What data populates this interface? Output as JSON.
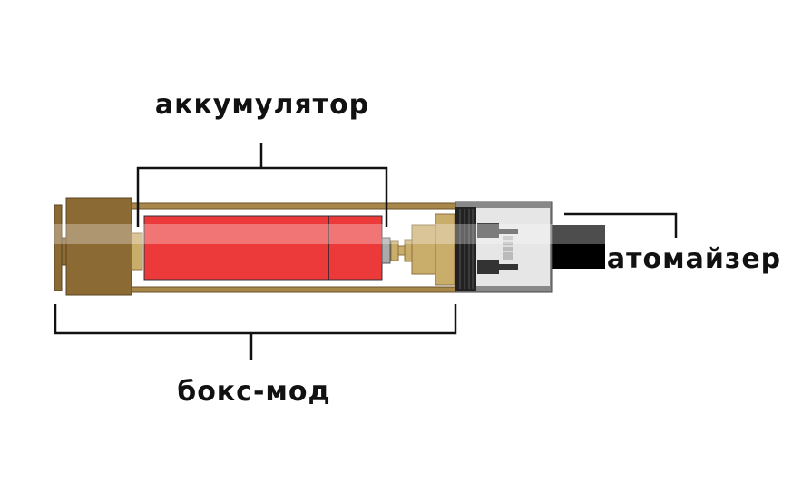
{
  "labels": {
    "battery": "аккумулятор",
    "box_mod": "бокс-мод",
    "atomizer": "атомайзер"
  },
  "colors": {
    "battery": "#ec3a3a",
    "brass": "#8c6a33",
    "brass_light": "#c9ad6a",
    "atomizer_body": "#e6e6e6",
    "drip_tip": "#000000"
  }
}
